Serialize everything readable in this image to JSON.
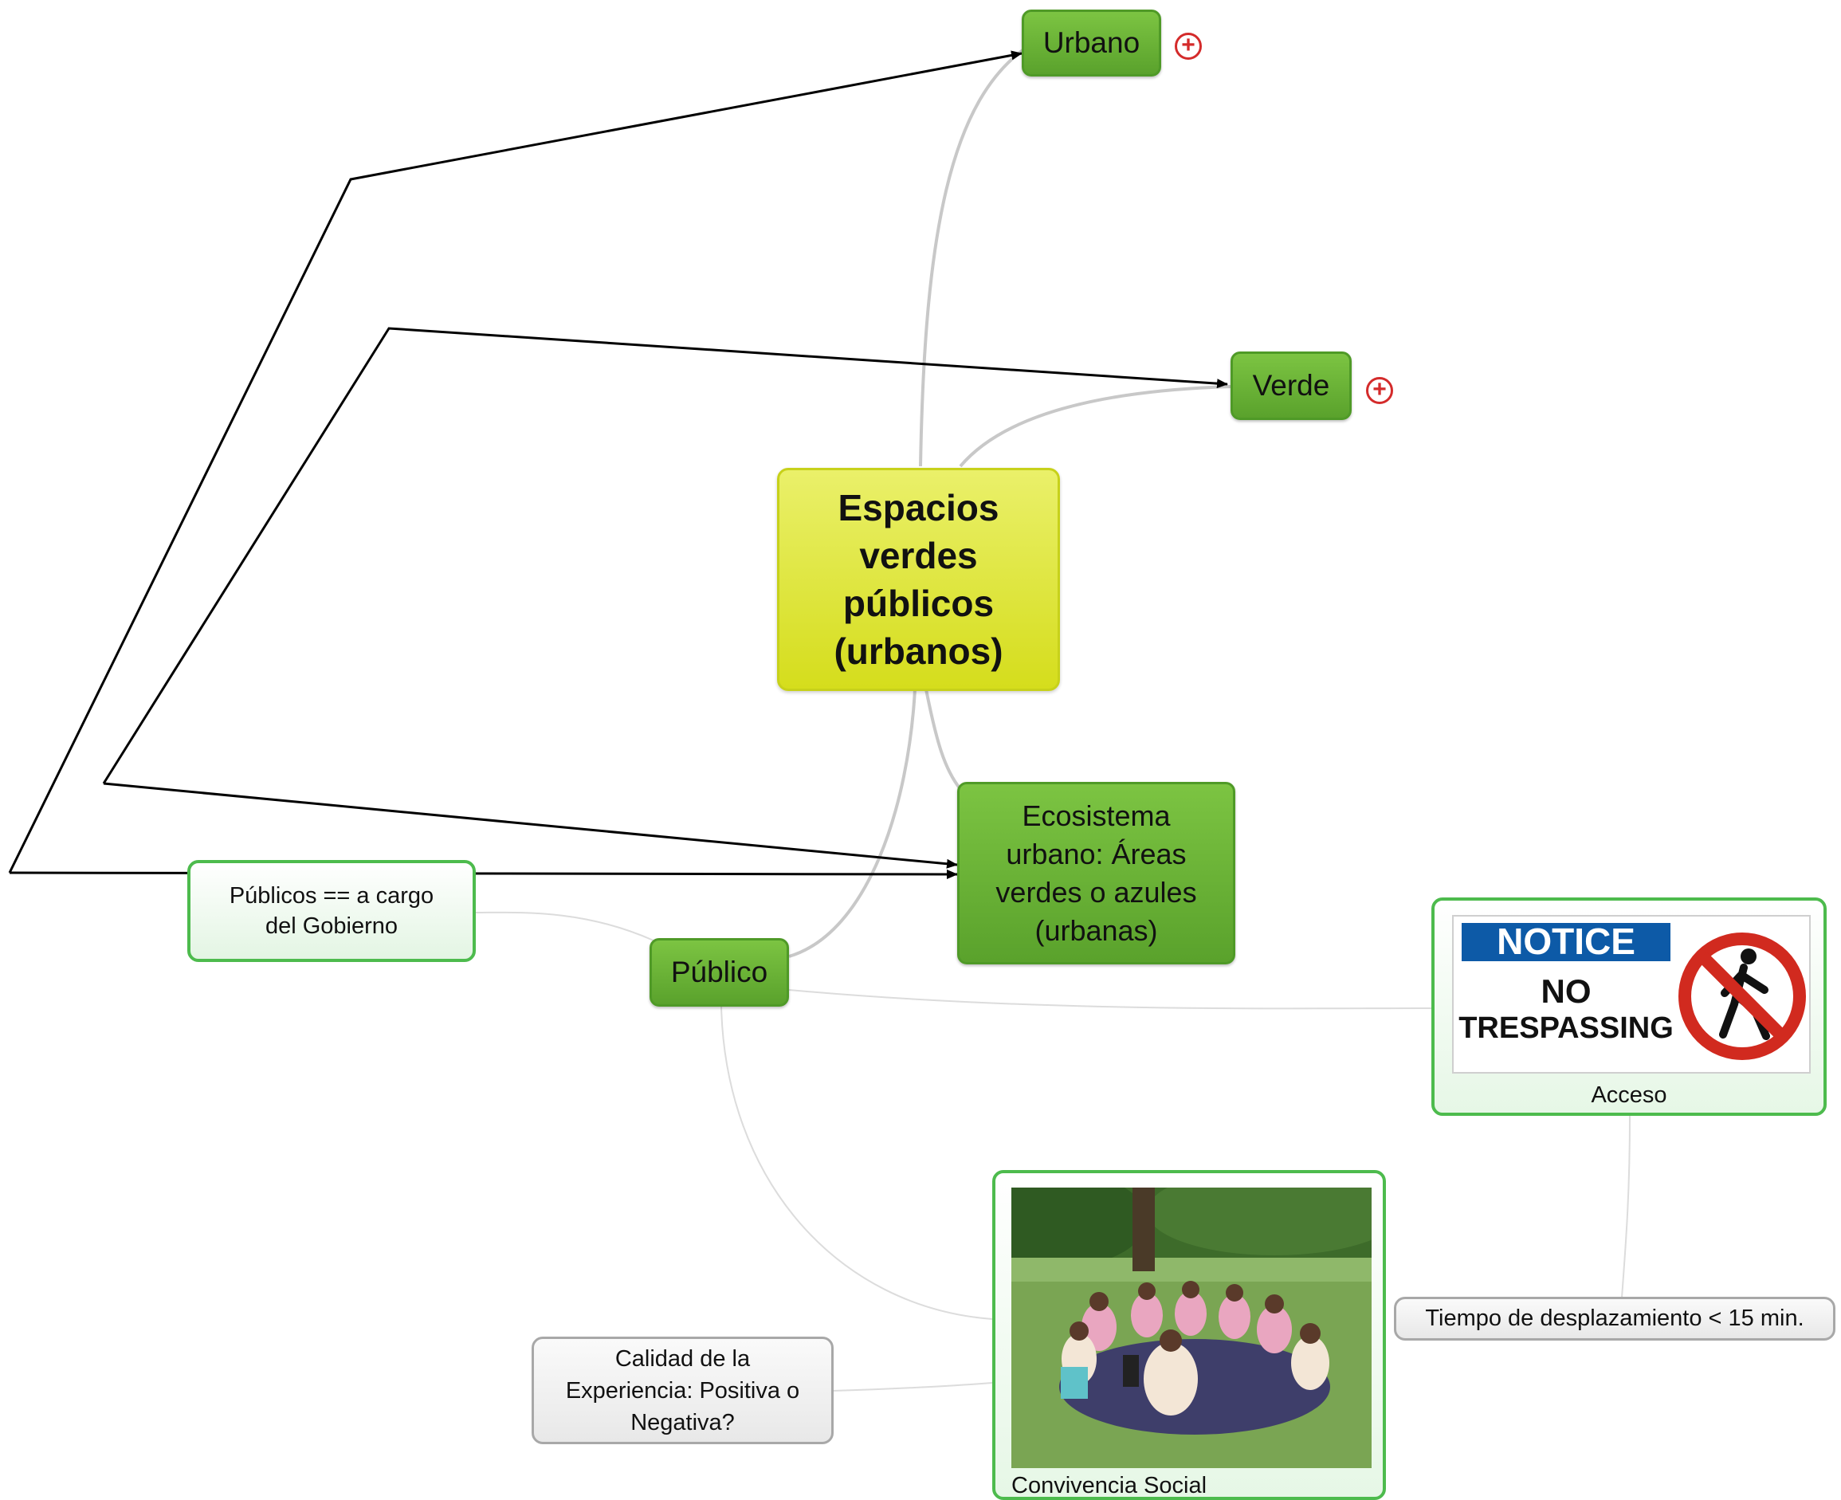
{
  "central_topic": {
    "label": "Espacios\nverdes\npúblicos\n(urbanos)",
    "color": "#d5dd1c"
  },
  "topics": {
    "urbano": {
      "label": "Urbano",
      "expand_icon": "plus-circle-icon"
    },
    "verde": {
      "label": "Verde",
      "expand_icon": "plus-circle-icon"
    },
    "ecosistema": {
      "label": "Ecosistema\nurbano: Áreas\nverdes o azules\n(urbanas)"
    },
    "publico": {
      "label": "Público"
    },
    "publicos_gobierno": {
      "label": "Públicos == a cargo\ndel Gobierno"
    },
    "calidad": {
      "label": "Calidad de la\nExperiencia: Positiva o\nNegativa?"
    },
    "tiempo": {
      "label": "Tiempo de desplazamiento < 15 min."
    }
  },
  "image_topics": {
    "acceso": {
      "caption": "Acceso",
      "sign_header": "NOTICE",
      "sign_line1": "NO",
      "sign_line2": "TRESPASSING",
      "sign_icon": "no-pedestrian-icon"
    },
    "convivencia": {
      "caption": "Convivencia Social",
      "photo_subject": "picnic-group-photo"
    }
  },
  "colors": {
    "topic_green": "#5aa22c",
    "central_yellow": "#d5dd1c",
    "light_green_border": "#4dbb4d",
    "grey_border": "#a8a8a8",
    "connector": "#c8c8c8",
    "relationship": "#000000",
    "expand_red": "#d42b2b",
    "notice_blue": "#0d5aa7"
  }
}
